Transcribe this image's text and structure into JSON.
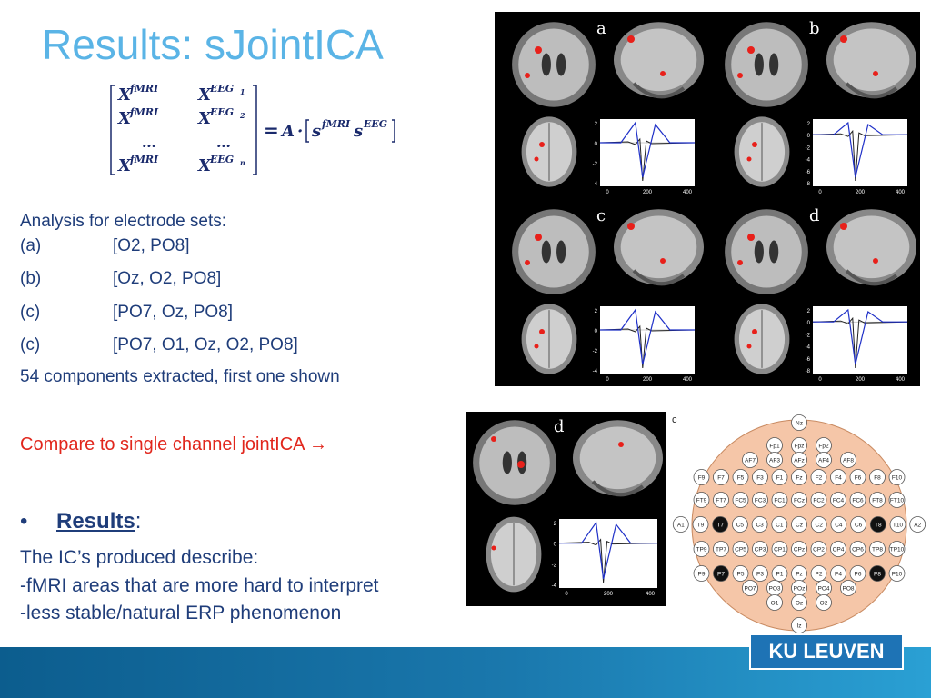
{
  "slide": {
    "title": "Results: sJointICA",
    "analysis_heading": "Analysis for electrode sets:",
    "sets": [
      {
        "tag": "(a)",
        "value": "[O2, PO8]"
      },
      {
        "tag": "(b)",
        "value": "[Oz, O2, PO8]"
      },
      {
        "tag": "(c)",
        "value": "[PO7, Oz, PO8]"
      },
      {
        "tag": "(c)",
        "value": "[PO7, O1, Oz, O2, PO8]"
      }
    ],
    "components_note": "54 components extracted, first one shown",
    "compare_text": "Compare to single channel jointICA",
    "compare_arrow": "→",
    "bullet": "•",
    "results_label": "Results",
    "results_colon": ":",
    "ic_intro": "The IC’s produced describe:",
    "ic_point1": "-fMRI areas that are more hard to interpret",
    "ic_point2": "-less stable/natural ERP phenomenon",
    "logo_text": "KU LEUVEN"
  },
  "formula": {
    "rows": [
      [
        "X",
        "fMRI",
        "X",
        "EEG",
        "1"
      ],
      [
        "X",
        "fMRI",
        "X",
        "EEG",
        "2"
      ],
      [
        "…",
        "",
        "…",
        "",
        ""
      ],
      [
        "X",
        "fMRI",
        "X",
        "EEG",
        "n"
      ]
    ],
    "equals": "=",
    "rhs_a": "A",
    "rhs_dot": "·",
    "rhs_s1": "s",
    "rhs_s1_sup": "fMRI",
    "rhs_s2": "s",
    "rhs_s2_sup": "EEG"
  },
  "figure_panels": {
    "labels": [
      "a",
      "b",
      "c",
      "d"
    ],
    "small_label": "d",
    "c_label": "c"
  },
  "erp_plot": {
    "y_ticks_large": [
      "2",
      "0",
      "-2",
      "-4",
      "-6",
      "-8"
    ],
    "y_ticks_small": [
      "2",
      "0",
      "-2",
      "-4"
    ],
    "x_ticks": [
      "0",
      "200",
      "400"
    ]
  },
  "eeg_electrodes": [
    {
      "name": "Nz"
    },
    {
      "name": "Fp1"
    },
    {
      "name": "Fpz"
    },
    {
      "name": "Fp2"
    },
    {
      "name": "AF7"
    },
    {
      "name": "AF3"
    },
    {
      "name": "AFz"
    },
    {
      "name": "AF4"
    },
    {
      "name": "AF8"
    },
    {
      "name": "F9"
    },
    {
      "name": "F7"
    },
    {
      "name": "F5"
    },
    {
      "name": "F3"
    },
    {
      "name": "F1"
    },
    {
      "name": "Fz"
    },
    {
      "name": "F2"
    },
    {
      "name": "F4"
    },
    {
      "name": "F6"
    },
    {
      "name": "F8"
    },
    {
      "name": "F10"
    },
    {
      "name": "FT9"
    },
    {
      "name": "FT7"
    },
    {
      "name": "FC5"
    },
    {
      "name": "FC3"
    },
    {
      "name": "FC1"
    },
    {
      "name": "FCz"
    },
    {
      "name": "FC2"
    },
    {
      "name": "FC4"
    },
    {
      "name": "FC6"
    },
    {
      "name": "FT8"
    },
    {
      "name": "FT10"
    },
    {
      "name": "A1"
    },
    {
      "name": "T9"
    },
    {
      "name": "T7"
    },
    {
      "name": "C5"
    },
    {
      "name": "C3"
    },
    {
      "name": "C1"
    },
    {
      "name": "Cz"
    },
    {
      "name": "C2"
    },
    {
      "name": "C4"
    },
    {
      "name": "C6"
    },
    {
      "name": "T8"
    },
    {
      "name": "T10"
    },
    {
      "name": "A2"
    },
    {
      "name": "TP9"
    },
    {
      "name": "TP7"
    },
    {
      "name": "CP5"
    },
    {
      "name": "CP3"
    },
    {
      "name": "CP1"
    },
    {
      "name": "CPz"
    },
    {
      "name": "CP2"
    },
    {
      "name": "CP4"
    },
    {
      "name": "CP6"
    },
    {
      "name": "TP8"
    },
    {
      "name": "TP10"
    },
    {
      "name": "P9"
    },
    {
      "name": "P7"
    },
    {
      "name": "P5"
    },
    {
      "name": "P3"
    },
    {
      "name": "P1"
    },
    {
      "name": "Pz"
    },
    {
      "name": "P2"
    },
    {
      "name": "P4"
    },
    {
      "name": "P6"
    },
    {
      "name": "P8"
    },
    {
      "name": "P10"
    },
    {
      "name": "PO7"
    },
    {
      "name": "PO3"
    },
    {
      "name": "POz"
    },
    {
      "name": "PO4"
    },
    {
      "name": "PO8"
    },
    {
      "name": "O1"
    },
    {
      "name": "Oz"
    },
    {
      "name": "O2"
    },
    {
      "name": "Iz"
    }
  ],
  "colors": {
    "title": "#5ab4e6",
    "body_text": "#1f3d7a",
    "accent_red": "#e1261c",
    "footer": "#1a78ad",
    "eeg_head": "#f5c6a8"
  }
}
